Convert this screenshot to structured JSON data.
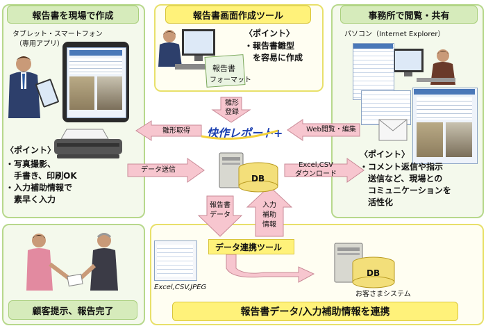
{
  "panels": {
    "site": {
      "title": "報告書を現場で作成",
      "device_label": "タブレット・スマートフォン",
      "device_sub": "（専用アプリ）",
      "point_heading": "〈ポイント〉",
      "points": [
        "・写真撮影、",
        "　手書き、印刷OK",
        "・入力補助情報で",
        "　素早く入力"
      ]
    },
    "tool": {
      "title": "報告書画面作成ツール",
      "point_heading": "〈ポイント〉",
      "points": [
        "・報告書雛型",
        "　を容易に作成"
      ],
      "format_label_1": "報告書",
      "format_label_2": "フォーマット"
    },
    "office": {
      "title": "事務所で閲覧・共有",
      "device_label": "パソコン（Internet Explorer）",
      "point_heading": "〈ポイント〉",
      "points": [
        "・コメント返信や指示",
        "　送信など、現場との",
        "　コミュニケーションを",
        "　活性化"
      ]
    },
    "customer": {
      "title": "顧客提示、報告完了"
    },
    "link": {
      "title": "報告書データ/入力補助情報を連携",
      "tool_label": "データ連携ツール",
      "file_types": "Excel,CSV,JPEG",
      "system_label": "お客さまシステム",
      "db_label": "DB"
    }
  },
  "center": {
    "logo": "快作レポート+",
    "db_label": "DB"
  },
  "arrows": {
    "template_register": [
      "雛形",
      "登録"
    ],
    "template_fetch": "雛形取得",
    "web_view": "Web閲覧・編集",
    "data_send": "データ送信",
    "download": [
      "Excel,CSV",
      "ダウンロード"
    ],
    "report_data": [
      "報告書",
      "データ"
    ],
    "input_assist": [
      "入力",
      "補助",
      "情報"
    ]
  },
  "colors": {
    "green_border": "#b7d88c",
    "yellow_border": "#e8e06a",
    "arrow_fill": "#f7c6cf",
    "logo_blue": "#1b3fb0"
  }
}
